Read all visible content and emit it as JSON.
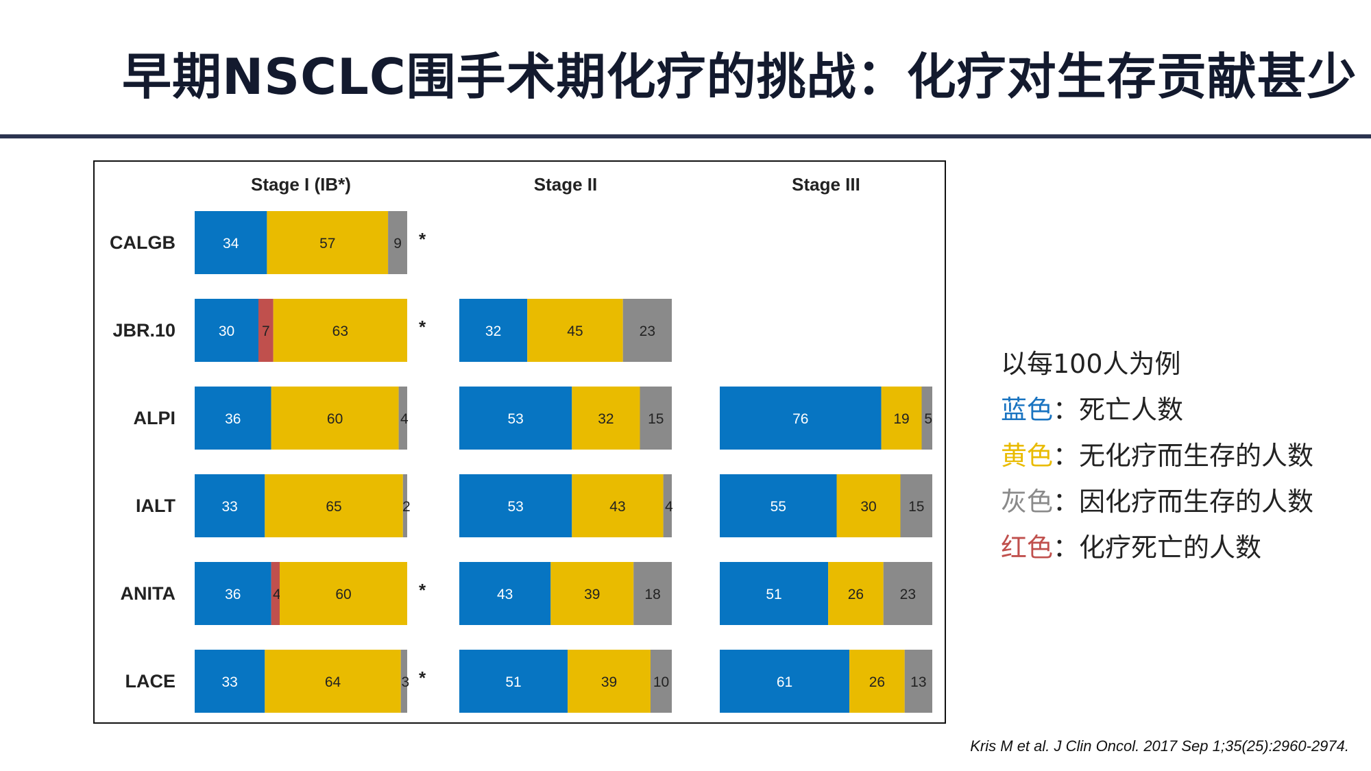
{
  "title": "早期NSCLC围手术期化疗的挑战：化疗对生存贡献甚少",
  "legend": {
    "intro": "以每100人为例",
    "items": [
      {
        "key": "蓝色",
        "sep": "：",
        "text": "死亡人数",
        "color": "#1a74c1"
      },
      {
        "key": "黄色",
        "sep": "：",
        "text": "无化疗而生存的人数",
        "color": "#e9bb00"
      },
      {
        "key": "灰色",
        "sep": "：",
        "text": "因化疗而生存的人数",
        "color": "#8a8a8a"
      },
      {
        "key": "红色",
        "sep": "：",
        "text": "化疗死亡的人数",
        "color": "#c0504d"
      }
    ]
  },
  "citation": "Kris M et al. J Clin Oncol. 2017 Sep 1;35(25):2960-2974.",
  "chart_data": {
    "type": "bar",
    "stacked": true,
    "orientation": "horizontal",
    "stages": [
      "Stage I (IB*)",
      "Stage II",
      "Stage III"
    ],
    "categories": [
      "CALGB",
      "JBR.10",
      "ALPI",
      "IALT",
      "ANITA",
      "LACE"
    ],
    "colors": {
      "blue": "#0775c2",
      "red": "#c0504d",
      "yellow": "#e9bb00",
      "gray": "#8a8a8a"
    },
    "bars": [
      {
        "stage": 0,
        "trial": "CALGB",
        "star": "*",
        "segments": [
          {
            "v": 34,
            "c": "blue"
          },
          {
            "v": 57,
            "c": "yellow"
          },
          {
            "v": 9,
            "c": "gray"
          }
        ]
      },
      {
        "stage": 0,
        "trial": "JBR.10",
        "star": "*",
        "segments": [
          {
            "v": 30,
            "c": "blue"
          },
          {
            "v": 7,
            "c": "red"
          },
          {
            "v": 63,
            "c": "yellow"
          }
        ]
      },
      {
        "stage": 0,
        "trial": "ALPI",
        "segments": [
          {
            "v": 36,
            "c": "blue"
          },
          {
            "v": 60,
            "c": "yellow"
          },
          {
            "v": 4,
            "c": "gray"
          }
        ]
      },
      {
        "stage": 0,
        "trial": "IALT",
        "segments": [
          {
            "v": 33,
            "c": "blue"
          },
          {
            "v": 65,
            "c": "yellow"
          },
          {
            "v": 2,
            "c": "gray"
          }
        ]
      },
      {
        "stage": 0,
        "trial": "ANITA",
        "star": "*",
        "segments": [
          {
            "v": 36,
            "c": "blue"
          },
          {
            "v": 4,
            "c": "red"
          },
          {
            "v": 60,
            "c": "yellow"
          }
        ]
      },
      {
        "stage": 0,
        "trial": "LACE",
        "star": "*",
        "segments": [
          {
            "v": 33,
            "c": "blue"
          },
          {
            "v": 64,
            "c": "yellow"
          },
          {
            "v": 3,
            "c": "gray"
          }
        ]
      },
      {
        "stage": 1,
        "trial": "JBR.10",
        "segments": [
          {
            "v": 32,
            "c": "blue"
          },
          {
            "v": 45,
            "c": "yellow"
          },
          {
            "v": 23,
            "c": "gray"
          }
        ]
      },
      {
        "stage": 1,
        "trial": "ALPI",
        "segments": [
          {
            "v": 53,
            "c": "blue"
          },
          {
            "v": 32,
            "c": "yellow"
          },
          {
            "v": 15,
            "c": "gray"
          }
        ]
      },
      {
        "stage": 1,
        "trial": "IALT",
        "segments": [
          {
            "v": 53,
            "c": "blue"
          },
          {
            "v": 43,
            "c": "yellow"
          },
          {
            "v": 4,
            "c": "gray"
          }
        ]
      },
      {
        "stage": 1,
        "trial": "ANITA",
        "segments": [
          {
            "v": 43,
            "c": "blue"
          },
          {
            "v": 39,
            "c": "yellow"
          },
          {
            "v": 18,
            "c": "gray"
          }
        ]
      },
      {
        "stage": 1,
        "trial": "LACE",
        "segments": [
          {
            "v": 51,
            "c": "blue"
          },
          {
            "v": 39,
            "c": "yellow"
          },
          {
            "v": 10,
            "c": "gray"
          }
        ]
      },
      {
        "stage": 2,
        "trial": "ALPI",
        "segments": [
          {
            "v": 76,
            "c": "blue"
          },
          {
            "v": 19,
            "c": "yellow"
          },
          {
            "v": 5,
            "c": "gray"
          }
        ]
      },
      {
        "stage": 2,
        "trial": "IALT",
        "segments": [
          {
            "v": 55,
            "c": "blue"
          },
          {
            "v": 30,
            "c": "yellow"
          },
          {
            "v": 15,
            "c": "gray"
          }
        ]
      },
      {
        "stage": 2,
        "trial": "ANITA",
        "segments": [
          {
            "v": 51,
            "c": "blue"
          },
          {
            "v": 26,
            "c": "yellow"
          },
          {
            "v": 23,
            "c": "gray"
          }
        ]
      },
      {
        "stage": 2,
        "trial": "LACE",
        "segments": [
          {
            "v": 61,
            "c": "blue"
          },
          {
            "v": 26,
            "c": "yellow"
          },
          {
            "v": 13,
            "c": "gray"
          }
        ]
      }
    ]
  }
}
